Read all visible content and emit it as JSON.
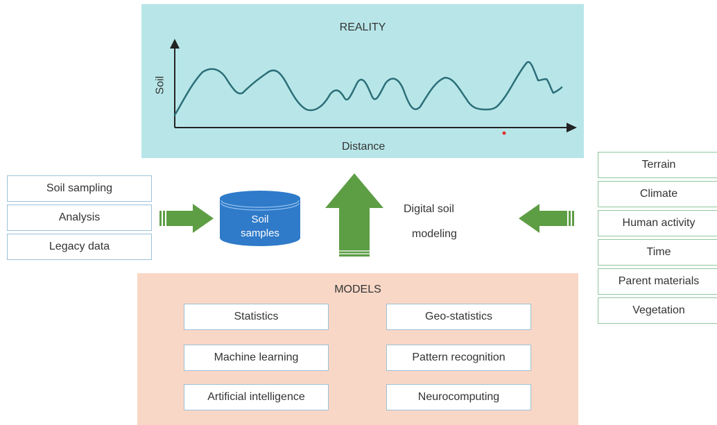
{
  "reality": {
    "title": "REALITY",
    "y_axis_label": "Soil",
    "x_axis_label": "Distance"
  },
  "inputs": {
    "items": [
      "Soil sampling",
      "Analysis",
      "Legacy data"
    ]
  },
  "soil_samples": {
    "line1": "Soil",
    "line2": "samples"
  },
  "digital_soil_modeling": {
    "line1": "Digital soil",
    "line2": "modeling"
  },
  "factors": {
    "items": [
      "Terrain",
      "Climate",
      "Human activity",
      "Time",
      "Parent materials",
      "Vegetation"
    ]
  },
  "models": {
    "title": "MODELS",
    "items": [
      "Statistics",
      "Geo-statistics",
      "Machine learning",
      "Pattern recognition",
      "Artificial intelligence",
      "Neurocomputing"
    ]
  },
  "colors": {
    "reality_bg": "#b8e6e8",
    "models_bg": "#f9d7c6",
    "arrow_green": "#5d9e45",
    "cylinder_blue": "#2f7ac9",
    "curve": "#2b6e78"
  }
}
